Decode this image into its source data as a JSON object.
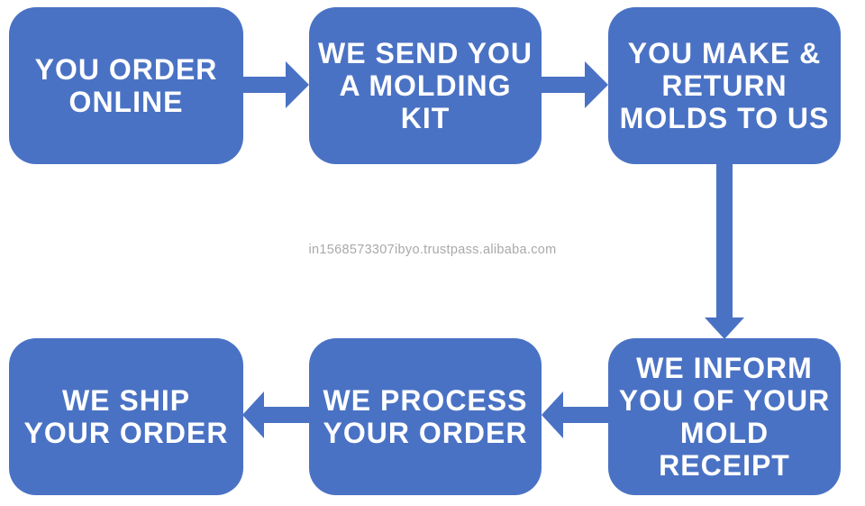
{
  "colors": {
    "accent": "#4a72c4",
    "box_text": "#ffffff",
    "watermark_text": "#a9a9a9",
    "background": "#ffffff"
  },
  "watermark": {
    "text": "in1568573307ibyo.trustpass.alibaba.com"
  },
  "flow": {
    "boxes": [
      {
        "id": "order-online",
        "label": "YOU ORDER\nONLINE"
      },
      {
        "id": "send-molding-kit",
        "label": "WE SEND YOU\nA MOLDING\nKIT"
      },
      {
        "id": "make-return-molds",
        "label": "YOU MAKE &\nRETURN\nMOLDS TO US"
      },
      {
        "id": "inform-mold-receipt",
        "label": "WE INFORM\nYOU OF YOUR\nMOLD\nRECEIPT"
      },
      {
        "id": "process-order",
        "label": "WE PROCESS\nYOUR ORDER"
      },
      {
        "id": "ship-order",
        "label": "WE SHIP\nYOUR ORDER"
      }
    ],
    "arrows": [
      {
        "from": "order-online",
        "to": "send-molding-kit",
        "direction": "right"
      },
      {
        "from": "send-molding-kit",
        "to": "make-return-molds",
        "direction": "right"
      },
      {
        "from": "make-return-molds",
        "to": "inform-mold-receipt",
        "direction": "down"
      },
      {
        "from": "inform-mold-receipt",
        "to": "process-order",
        "direction": "left"
      },
      {
        "from": "process-order",
        "to": "ship-order",
        "direction": "left"
      }
    ]
  }
}
